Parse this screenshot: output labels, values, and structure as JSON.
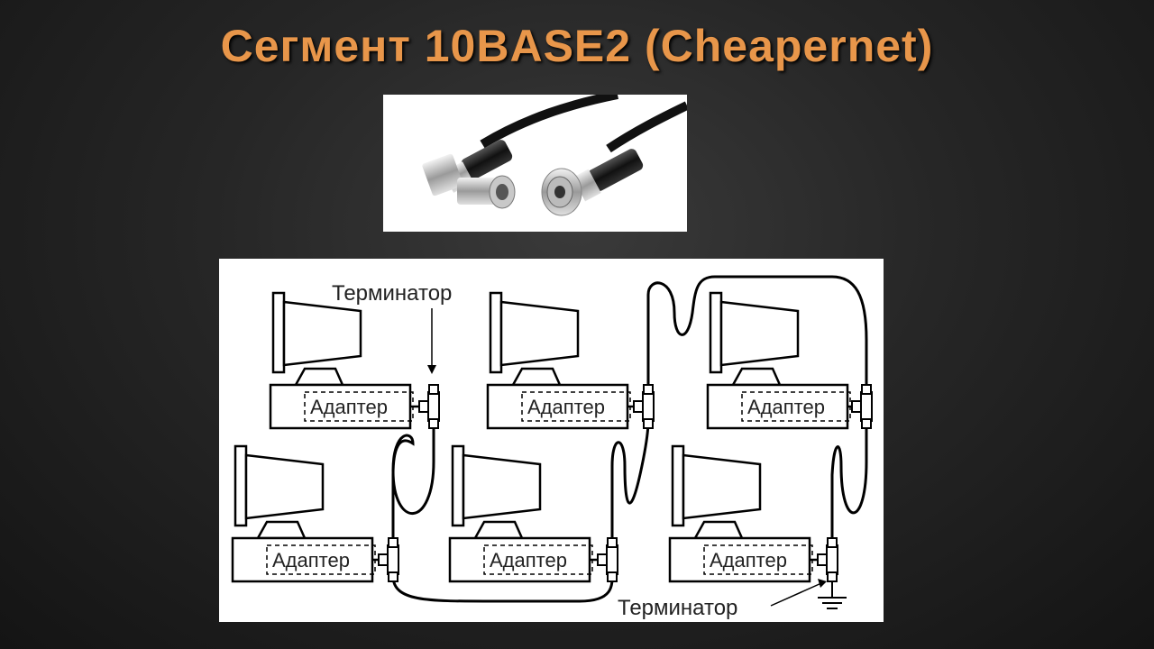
{
  "slide": {
    "title": "Сегмент 10BASE2 (Cheapernet)"
  },
  "photo": {
    "icon": "bnc-cable-connectors-photo"
  },
  "diagram": {
    "adapter_label": "Адаптер",
    "terminator_top": "Терминатор",
    "terminator_bottom": "Терминатор",
    "stations": [
      {
        "label": "Адаптер"
      },
      {
        "label": "Адаптер"
      },
      {
        "label": "Адаптер"
      },
      {
        "label": "Адаптер"
      },
      {
        "label": "Адаптер"
      },
      {
        "label": "Адаптер"
      }
    ]
  }
}
